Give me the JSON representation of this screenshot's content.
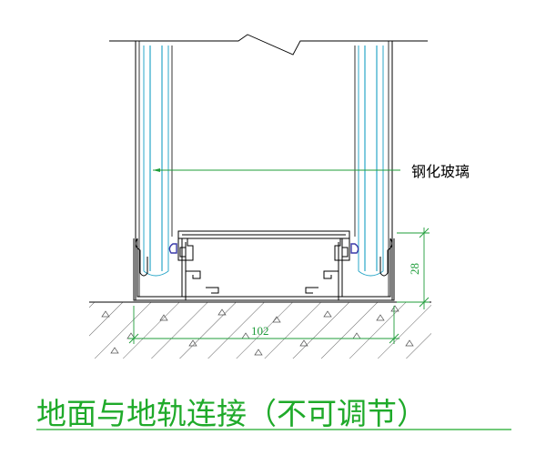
{
  "annotation": {
    "label": "钢化玻璃"
  },
  "dimensions": {
    "height": "28",
    "width": "102"
  },
  "title": {
    "text": "地面与地轨连接（不可调节）"
  },
  "colors": {
    "linework": "#000000",
    "glass": "#2aa7c8",
    "dimension": "#1f9d3a",
    "title": "#1faa2a",
    "gasket": "#3a3aa8"
  }
}
